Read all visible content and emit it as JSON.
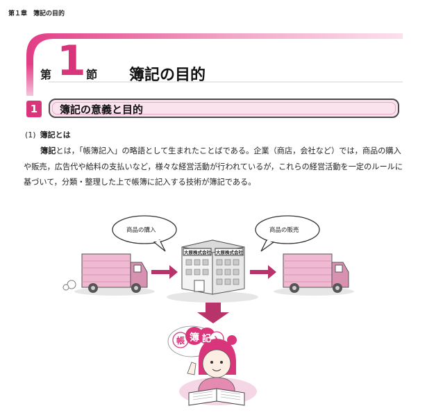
{
  "header": {
    "running_title": "第１章　簿記の目的"
  },
  "section": {
    "prefix": "第",
    "number": "1",
    "suffix": "節",
    "title": "簿記の目的"
  },
  "subsection": {
    "number": "1",
    "title": "簿記の意義と目的"
  },
  "item": {
    "number": "(1)",
    "title": "簿記とは"
  },
  "body": {
    "term": "簿記",
    "text": "とは，「帳簿記入」の略語として生まれたことばである。企業（商店，会社など）では，商品の購入や販売，広告代や給料の支払いなど，様々な経営活動が行われているが，これらの経営活動を一定のルールに基づいて，分類・整理した上で帳簿に記入する技術が簿記である。"
  },
  "illustration": {
    "bubble_left": "商品の購入",
    "bubble_right": "商品の販売",
    "building_sign_left": "大原株式会社",
    "building_sign_right": "大原株式会社",
    "char_1": "帳",
    "char_2": "簿",
    "char_3": "記",
    "char_4": "入",
    "colors": {
      "truck": "#e7a8c3",
      "arrow": "#b8336a",
      "accent": "#d9357a"
    }
  }
}
